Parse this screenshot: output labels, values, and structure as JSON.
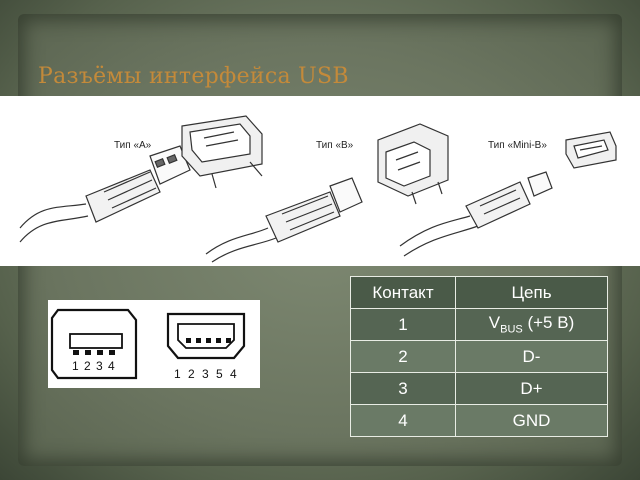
{
  "slide": {
    "title": "Разъёмы интерфейса USB"
  },
  "connectors": {
    "type_a_label": "Тип «А»",
    "type_b_label": "Тип «В»",
    "type_mini_b_label": "Тип «Mini-B»"
  },
  "pinout_diagram": {
    "standard_pins": [
      "1",
      "2",
      "3",
      "4"
    ],
    "mini_pins": [
      "1",
      "2",
      "3",
      "5",
      "4"
    ]
  },
  "pin_table": {
    "headers": [
      "Контакт",
      "Цепь"
    ],
    "rows": [
      {
        "pin": "1",
        "signal": "V",
        "signal_sub": "BUS",
        "signal_suffix": " (+5 В)"
      },
      {
        "pin": "2",
        "signal": "D-"
      },
      {
        "pin": "3",
        "signal": "D+"
      },
      {
        "pin": "4",
        "signal": "GND"
      }
    ]
  },
  "colors": {
    "title": "#c48a3a",
    "table_header": "#4a5a48",
    "table_row_dark": "#556553",
    "table_row_light": "#6a7a66",
    "background": "#6d7862"
  }
}
